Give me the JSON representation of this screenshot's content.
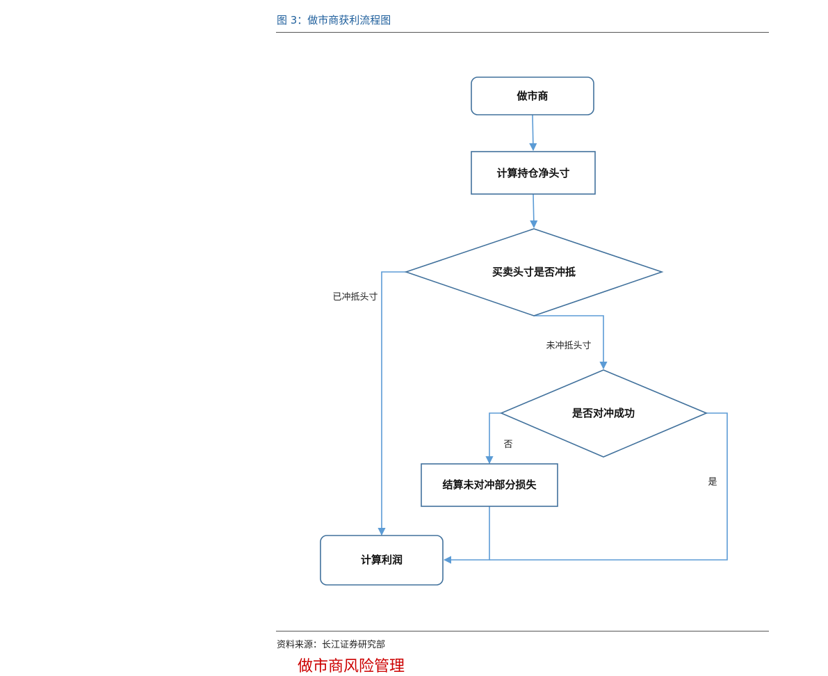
{
  "figure": {
    "title": "图 3：做市商获利流程图",
    "source": "资料来源：长江证券研究部"
  },
  "next_heading": "做市商风险管理",
  "colors": {
    "line": "#5b9bd5",
    "box": "#41719c",
    "title": "#1f5f9c",
    "heading": "#cc0000"
  },
  "flowchart": {
    "nodes": {
      "market_maker": "做市商",
      "net_position": "计算持仓净头寸",
      "offset_check": "买卖头寸是否冲抵",
      "hedge_check": "是否对冲成功",
      "settle_loss": "结算未对冲部分损失",
      "calc_profit": "计算利润"
    },
    "edge_labels": {
      "offset": "已冲抵头寸",
      "not_offset": "未冲抵头寸",
      "no": "否",
      "yes": "是"
    }
  }
}
